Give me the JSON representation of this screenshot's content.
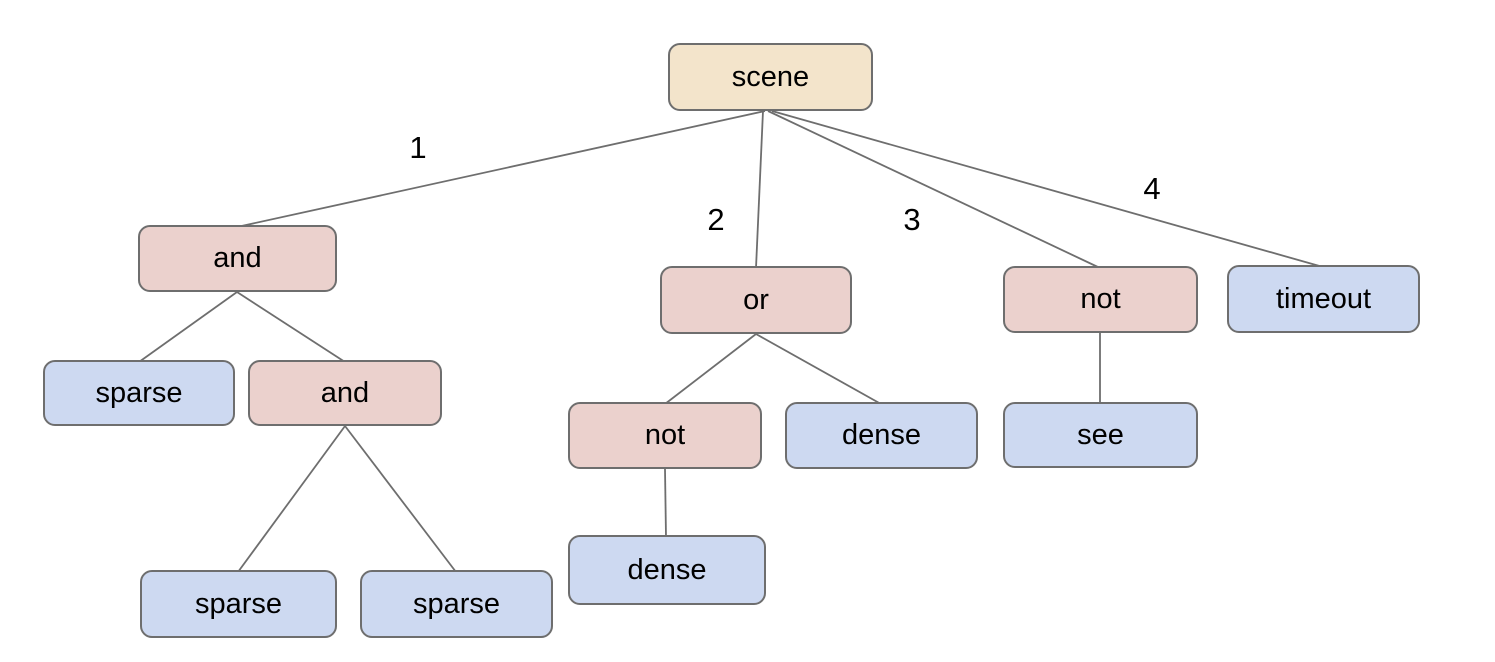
{
  "colors": {
    "root_fill": "#f3e4cb",
    "operator_fill": "#ebd1cd",
    "leaf_fill": "#cdd9f1",
    "border": "#6e6e6e",
    "edge": "#6e6e6e",
    "text": "#000000",
    "background": "#ffffff"
  },
  "diagram": {
    "nodes": [
      {
        "id": "scene",
        "label": "scene",
        "kind": "root"
      },
      {
        "id": "and1",
        "label": "and",
        "kind": "operator"
      },
      {
        "id": "or",
        "label": "or",
        "kind": "operator"
      },
      {
        "id": "not1",
        "label": "not",
        "kind": "operator"
      },
      {
        "id": "timeout",
        "label": "timeout",
        "kind": "leaf"
      },
      {
        "id": "sparse1",
        "label": "sparse",
        "kind": "leaf"
      },
      {
        "id": "and2",
        "label": "and",
        "kind": "operator"
      },
      {
        "id": "not2",
        "label": "not",
        "kind": "operator"
      },
      {
        "id": "dense1",
        "label": "dense",
        "kind": "leaf"
      },
      {
        "id": "see",
        "label": "see",
        "kind": "leaf"
      },
      {
        "id": "sparse2",
        "label": "sparse",
        "kind": "leaf"
      },
      {
        "id": "sparse3",
        "label": "sparse",
        "kind": "leaf"
      },
      {
        "id": "dense2",
        "label": "dense",
        "kind": "leaf"
      }
    ],
    "edges": [
      {
        "from": "scene",
        "to": "and1",
        "label": "1"
      },
      {
        "from": "scene",
        "to": "or",
        "label": "2"
      },
      {
        "from": "scene",
        "to": "not1",
        "label": "3"
      },
      {
        "from": "scene",
        "to": "timeout",
        "label": "4"
      },
      {
        "from": "and1",
        "to": "sparse1",
        "label": ""
      },
      {
        "from": "and1",
        "to": "and2",
        "label": ""
      },
      {
        "from": "and2",
        "to": "sparse2",
        "label": ""
      },
      {
        "from": "and2",
        "to": "sparse3",
        "label": ""
      },
      {
        "from": "or",
        "to": "not2",
        "label": ""
      },
      {
        "from": "or",
        "to": "dense1",
        "label": ""
      },
      {
        "from": "not1",
        "to": "see",
        "label": ""
      },
      {
        "from": "not2",
        "to": "dense2",
        "label": ""
      }
    ]
  }
}
